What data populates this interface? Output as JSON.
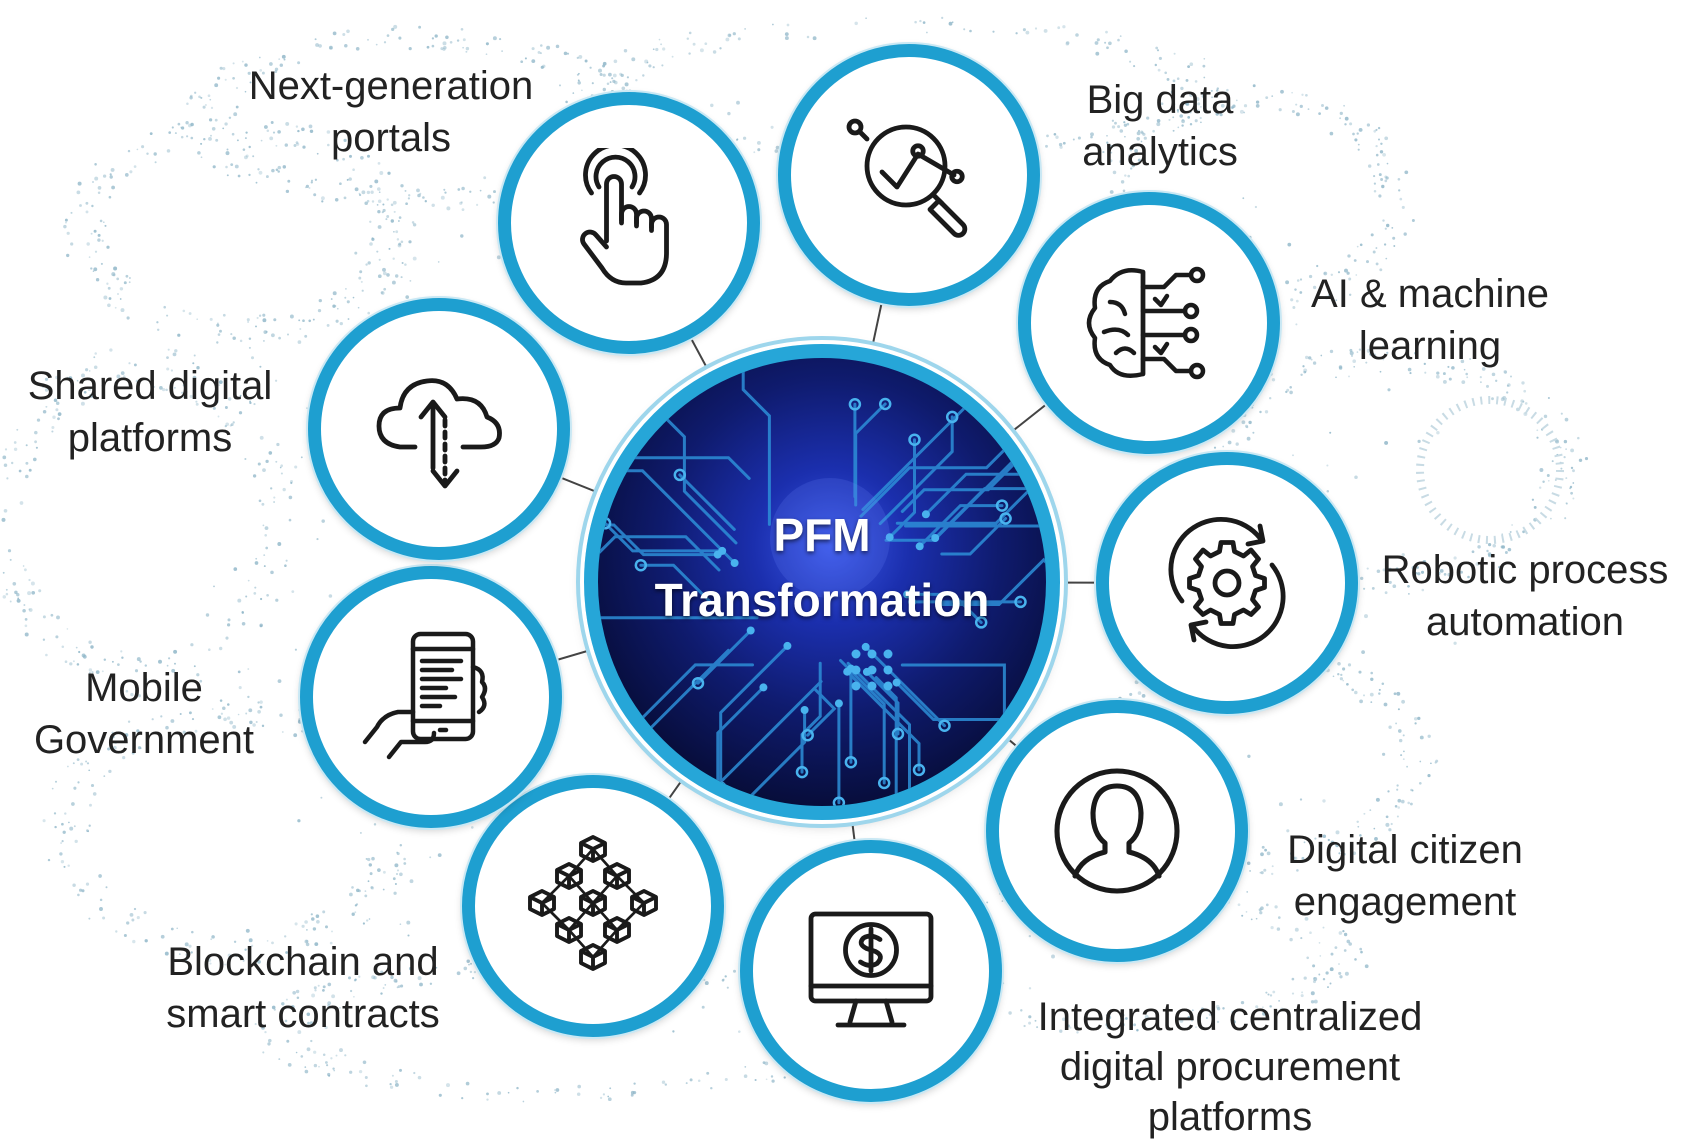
{
  "hub": {
    "line1": "PFM",
    "line2": "Transformation"
  },
  "nodes": [
    {
      "id": "portals",
      "icon": "touch-hand-icon",
      "label": [
        "Next-generation",
        "portals"
      ]
    },
    {
      "id": "bigdata",
      "icon": "analytics-magnifier-icon",
      "label": [
        "Big data",
        "analytics"
      ]
    },
    {
      "id": "ai",
      "icon": "brain-circuit-icon",
      "label": [
        "AI & machine",
        "learning"
      ]
    },
    {
      "id": "rpa",
      "icon": "gear-cycle-icon",
      "label": [
        "Robotic process",
        "automation"
      ]
    },
    {
      "id": "citizen",
      "icon": "user-profile-icon",
      "label": [
        "Digital citizen",
        "engagement"
      ]
    },
    {
      "id": "procurement",
      "icon": "monitor-dollar-icon",
      "label": [
        "Integrated centralized",
        "digital procurement",
        "platforms"
      ]
    },
    {
      "id": "blockchain",
      "icon": "blockchain-cubes-icon",
      "label": [
        "Blockchain and",
        "smart contracts"
      ]
    },
    {
      "id": "mobile",
      "icon": "hand-phone-icon",
      "label": [
        "Mobile",
        "Government"
      ]
    },
    {
      "id": "shared",
      "icon": "cloud-transfer-icon",
      "label": [
        "Shared digital",
        "platforms"
      ]
    }
  ],
  "colors": {
    "ring": "#1e9fd0",
    "hub_ring": "#26a6d8",
    "hub_dark": "#070d3a",
    "hub_glow": "#3a57e8",
    "circuit": "#2d8fd8",
    "text": "#222222",
    "icon": "#1a1a1a"
  }
}
